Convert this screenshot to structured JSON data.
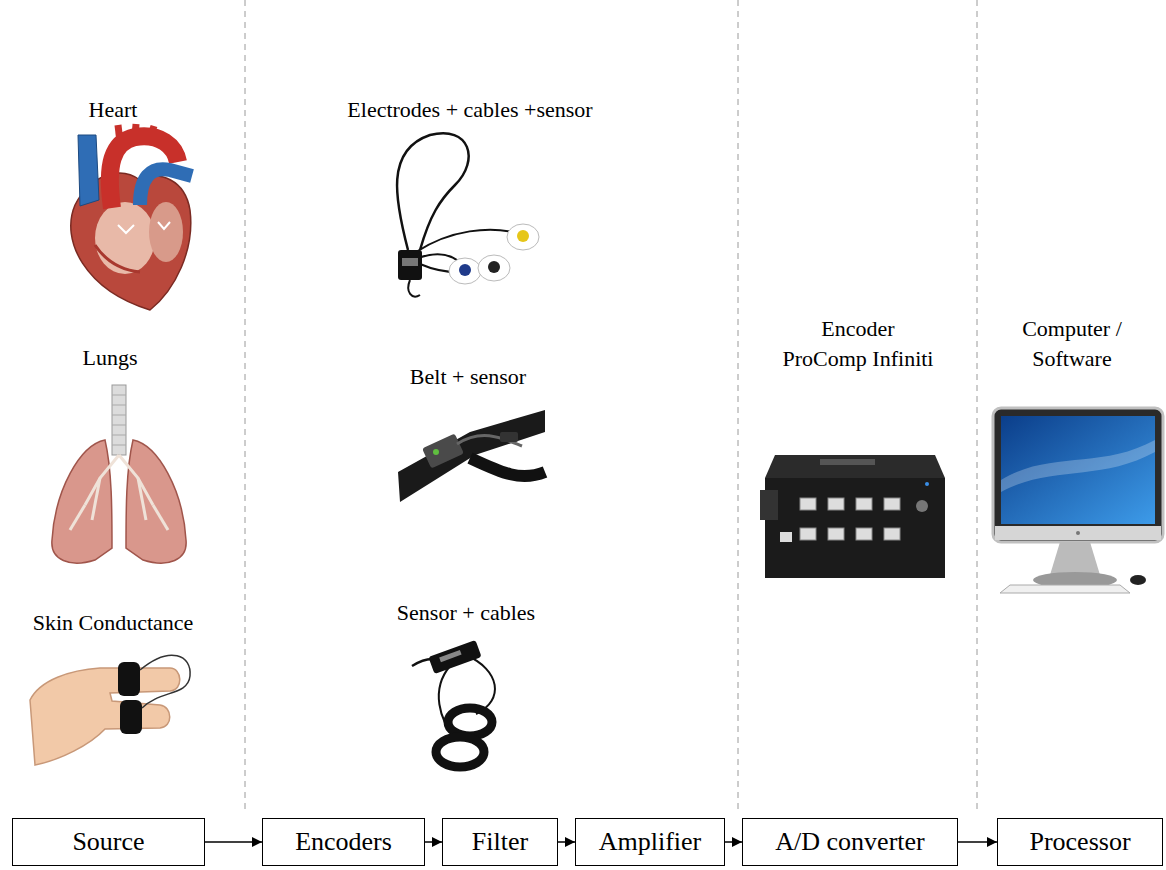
{
  "diagram": {
    "nodes": [
      {
        "text": [
          "Source"
        ]
      },
      {
        "text": [
          "Encoders"
        ]
      },
      {
        "text": [
          "Filter"
        ]
      },
      {
        "text": [
          "Amplifier"
        ]
      },
      {
        "text": [
          "A/D converter"
        ]
      },
      {
        "text": [
          "Processor"
        ]
      }
    ],
    "edges": [
      {
        "from": 0,
        "to": 1,
        "arrow": "to"
      },
      {
        "from": 1,
        "to": 2,
        "arrow": "to"
      },
      {
        "from": 2,
        "to": 3,
        "arrow": "to"
      },
      {
        "from": 3,
        "to": 4,
        "arrow": "to"
      },
      {
        "from": 4,
        "to": 5,
        "arrow": "to"
      }
    ],
    "labels": [
      "Heart",
      "Lungs",
      "Skin Conductance",
      "Electrodes + cables +sensor",
      "Belt + sensor",
      "Sensor + cables",
      "Encoder ProComp Infiniti",
      "Computer / Software"
    ]
  }
}
